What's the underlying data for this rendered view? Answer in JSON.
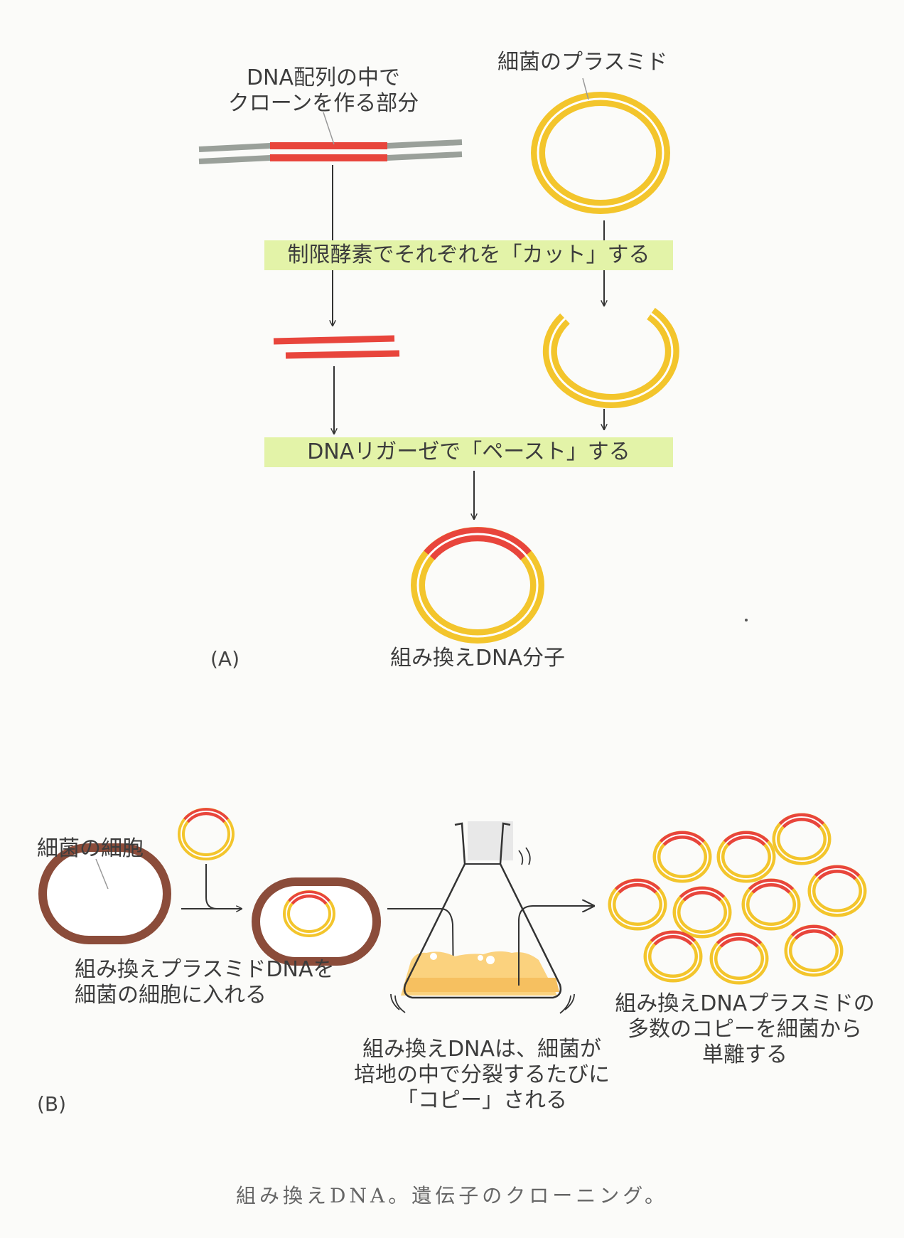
{
  "panel_a": {
    "marker": "(A)",
    "dna_label": [
      "DNA配列の中で",
      "クローンを作る部分"
    ],
    "plasmid_label": "細菌のプラスミド",
    "cut_step": "制限酵素でそれぞれを「カット」する",
    "paste_step": "DNAリガーゼで「ペースト」する",
    "product_label": "組み換えDNA分子"
  },
  "panel_b": {
    "marker": "(B)",
    "cell_label": "細菌の細胞",
    "insert_label": [
      "組み換えプラスミドDNAを",
      "細菌の細胞に入れる"
    ],
    "replication_label": [
      "組み換えDNAは、細菌が",
      "培地の中で分裂するたびに",
      "「コピー」される"
    ],
    "isolate_label": [
      "組み換えDNAプラスミドの",
      "多数のコピーを細菌から",
      "単離する"
    ]
  },
  "caption": "組み換えDNA。遺伝子のクローニング。",
  "colors": {
    "plasmid": "#f3c52c",
    "insert": "#e8453c",
    "dna_backbone": "#9aa09a",
    "step_band": "#e3f3a8",
    "cell_wall": "#8b4c3a",
    "medium": "#fbd27e"
  }
}
